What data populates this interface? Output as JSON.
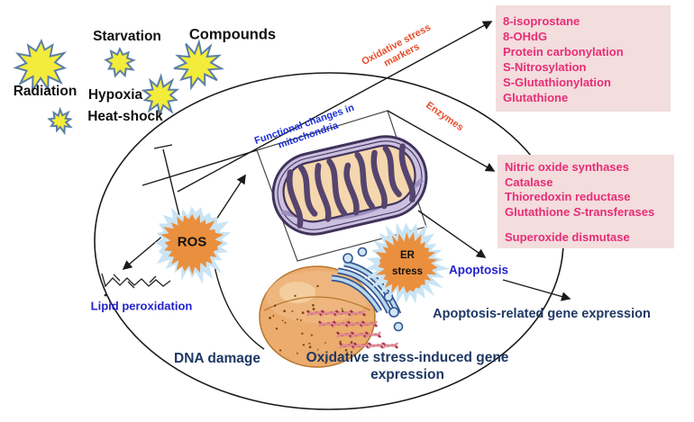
{
  "stressors": {
    "starvation": "Starvation",
    "compounds": "Compounds",
    "radiation": "Radiation",
    "hypoxia": "Hypoxia",
    "heat_shock": "Heat-shock"
  },
  "cell": {
    "ros_label": "ROS",
    "er_stress_line1": "ER",
    "er_stress_line2": "stress",
    "mito_caption_line1": "Functional changes in",
    "mito_caption_line2": "mitochondria",
    "lipid_label": "Lipid peroxidation",
    "dna_damage_label": "DNA damage",
    "gene_expr_line1": "Oxidative stress-induced gene",
    "gene_expr_line2": "expression"
  },
  "pathways": {
    "markers_label_line1": "Oxidative stress",
    "markers_label_line2": "markers",
    "enzymes_label": "Enzymes",
    "apoptosis_label": "Apoptosis",
    "apoptosis_gene_label": "Apoptosis-related gene expression"
  },
  "markers_box": {
    "items": [
      "8-isoprostane",
      "8-OHdG",
      "Protein carbonylation",
      "S-Nitrosylation",
      "S-Glutathionylation",
      "Glutathione"
    ]
  },
  "enzymes_box": {
    "items_before": [
      "Nitric oxide synthases",
      "Catalase",
      "Thioredoxin reductase"
    ],
    "glutathione_pre": "Glutathione ",
    "glutathione_italic": "S",
    "glutathione_post": "-transferases",
    "item_last": "Superoxide dismutase"
  },
  "colors": {
    "box_bg": "#F3DDDD",
    "box_text": "#E82D77",
    "pathway_label": "#E84C2B",
    "blue_label": "#2323CC",
    "navy_label": "#1F3864",
    "burst_core_orange": "#EA8F3E",
    "burst_halo_blue": "#C9E4F4",
    "star_fill": "#F4EC3B",
    "star_stroke": "#5B7FA8",
    "mito_purple": "#41335C",
    "nucleus_orange": "#EBAC6D"
  }
}
